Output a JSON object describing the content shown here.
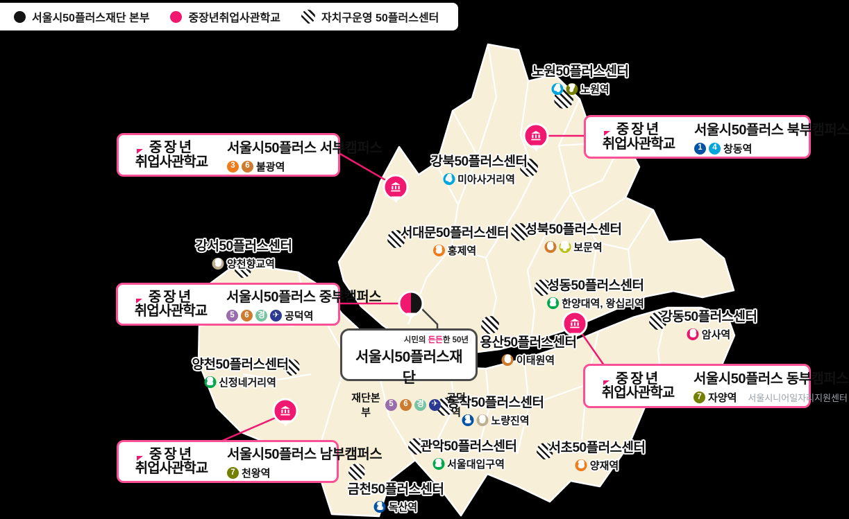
{
  "legend": {
    "items": [
      {
        "label": "서울시50플러스재단 본부",
        "marker": "foundation-dot"
      },
      {
        "label": "중장년취업사관학교",
        "marker": "campus-dot"
      },
      {
        "label": "자치구운영 50플러스센터",
        "marker": "district-hatch"
      }
    ]
  },
  "logo": {
    "line1": "중장년",
    "line2": "취업사관학교"
  },
  "foundation_card": {
    "tagline_prefix": "시민의 ",
    "tagline_em": "든든",
    "tagline_suffix": "한 50년",
    "title": "서울시50플러스재단",
    "hq_label": "재단본부",
    "station": "공덕역",
    "lines": [
      "5",
      "6",
      "경",
      "✈"
    ]
  },
  "campuses": [
    {
      "id": "north",
      "title": "서울시50플러스 북부캠퍼스",
      "station": "창동역",
      "lines": [
        "1",
        "4"
      ]
    },
    {
      "id": "west",
      "title": "서울시50플러스 서부캠퍼스",
      "station": "불광역",
      "lines": [
        "3",
        "6"
      ]
    },
    {
      "id": "central",
      "title": "서울시50플러스 중부캠퍼스",
      "station": "공덕역",
      "lines": [
        "5",
        "6",
        "경",
        "✈"
      ]
    },
    {
      "id": "east",
      "title": "서울시50플러스 동부캠퍼스",
      "station": "자양역",
      "lines": [
        "7"
      ],
      "note": "서울시니어일자리지원센터"
    },
    {
      "id": "south",
      "title": "서울시50플러스 남부캠퍼스",
      "station": "천왕역",
      "lines": [
        "7"
      ]
    }
  ],
  "centers": [
    {
      "name": "노원50플러스센터",
      "station": "노원역",
      "lines": [
        "4",
        "7"
      ]
    },
    {
      "name": "강북50플러스센터",
      "station": "미아사거리역",
      "lines": [
        "4"
      ]
    },
    {
      "name": "성북50플러스센터",
      "station": "보문역",
      "lines": [
        "6",
        "우"
      ]
    },
    {
      "name": "서대문50플러스센터",
      "station": "홍제역",
      "lines": [
        "3"
      ]
    },
    {
      "name": "성동50플러스센터",
      "station": "한양대역, 왕십리역",
      "lines": [
        "2"
      ]
    },
    {
      "name": "강동50플러스센터",
      "station": "암사역",
      "lines": [
        "8"
      ]
    },
    {
      "name": "강서50플러스센터",
      "station": "양천향교역",
      "lines": [
        "9"
      ]
    },
    {
      "name": "용산50플러스센터",
      "station": "이태원역",
      "lines": [
        "6"
      ]
    },
    {
      "name": "양천50플러스센터",
      "station": "신정네거리역",
      "lines": [
        "2"
      ]
    },
    {
      "name": "동작50플러스센터",
      "station": "노량진역",
      "lines": [
        "1",
        "9"
      ]
    },
    {
      "name": "관악50플러스센터",
      "station": "서울대입구역",
      "lines": [
        "2"
      ]
    },
    {
      "name": "서초50플러스센터",
      "station": "양재역",
      "lines": [
        "3"
      ]
    },
    {
      "name": "금천50플러스센터",
      "station": "독산역",
      "lines": [
        "1"
      ]
    }
  ],
  "line_colors": {
    "1": "#0052A4",
    "2": "#00A84D",
    "3": "#EF7C1C",
    "4": "#00A5DE",
    "5": "#996CAC",
    "6": "#CD7C2F",
    "7": "#747F00",
    "8": "#E6186C",
    "9": "#BDB092",
    "우": "#B7C116",
    "경": "#77C4A3",
    "✈": "#2B3990"
  },
  "colors": {
    "foundation_black": "#141414",
    "campus_pink": "#f0186f",
    "map_beige": "#F8EFD9",
    "card_border_pink": "#fb4f96"
  }
}
